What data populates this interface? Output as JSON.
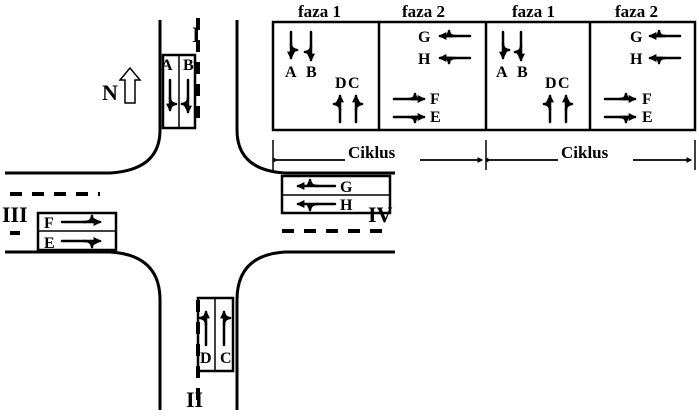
{
  "approaches": {
    "north": "I",
    "south": "II",
    "west": "III",
    "east": "IV"
  },
  "north_indicator": "N",
  "lane_labels": {
    "A": "A",
    "B": "B",
    "C": "C",
    "D": "D",
    "E": "E",
    "F": "F",
    "G": "G",
    "H": "H"
  },
  "phase_table": {
    "headers": [
      "faza 1",
      "faza 2",
      "faza 1",
      "faza 2"
    ],
    "cycle_labels": [
      "Ciklus",
      "Ciklus"
    ]
  }
}
